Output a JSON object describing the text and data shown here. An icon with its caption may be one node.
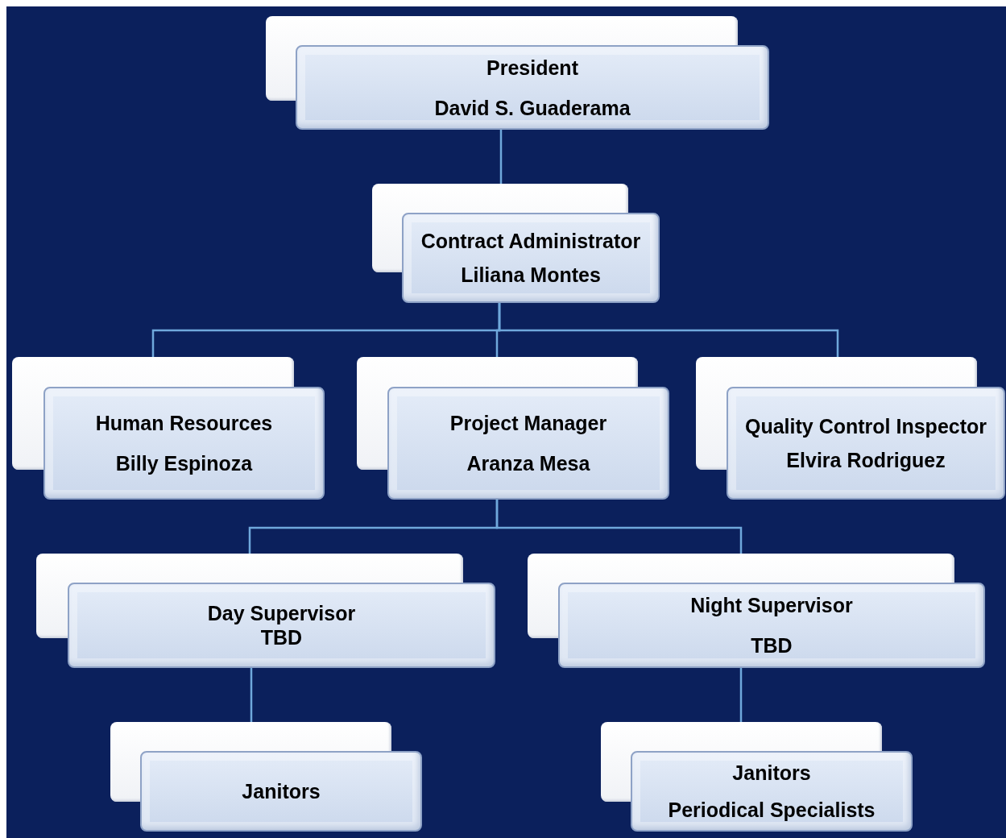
{
  "diagram": {
    "nodes": [
      {
        "text": [
          "President",
          "David S. Guaderama"
        ]
      },
      {
        "text": [
          "Contract Administrator",
          "Liliana Montes"
        ]
      },
      {
        "text": [
          "Human Resources",
          "Billy Espinoza"
        ]
      },
      {
        "text": [
          "Project Manager",
          "Aranza Mesa"
        ]
      },
      {
        "text": [
          "Quality Control Inspector",
          "Elvira Rodriguez"
        ]
      },
      {
        "text": [
          "Day Supervisor",
          "TBD"
        ]
      },
      {
        "text": [
          "Night Supervisor",
          "TBD"
        ]
      },
      {
        "text": [
          "Janitors"
        ]
      },
      {
        "text": [
          "Janitors",
          "Periodical Specialists"
        ]
      }
    ],
    "edges": [
      {
        "from": 0,
        "to": 1,
        "arrow": "none"
      },
      {
        "from": 1,
        "to": 2,
        "arrow": "none"
      },
      {
        "from": 1,
        "to": 3,
        "arrow": "none"
      },
      {
        "from": 1,
        "to": 4,
        "arrow": "none"
      },
      {
        "from": 3,
        "to": 5,
        "arrow": "none"
      },
      {
        "from": 3,
        "to": 6,
        "arrow": "none"
      },
      {
        "from": 5,
        "to": 7,
        "arrow": "none"
      },
      {
        "from": 6,
        "to": 8,
        "arrow": "none"
      }
    ]
  }
}
